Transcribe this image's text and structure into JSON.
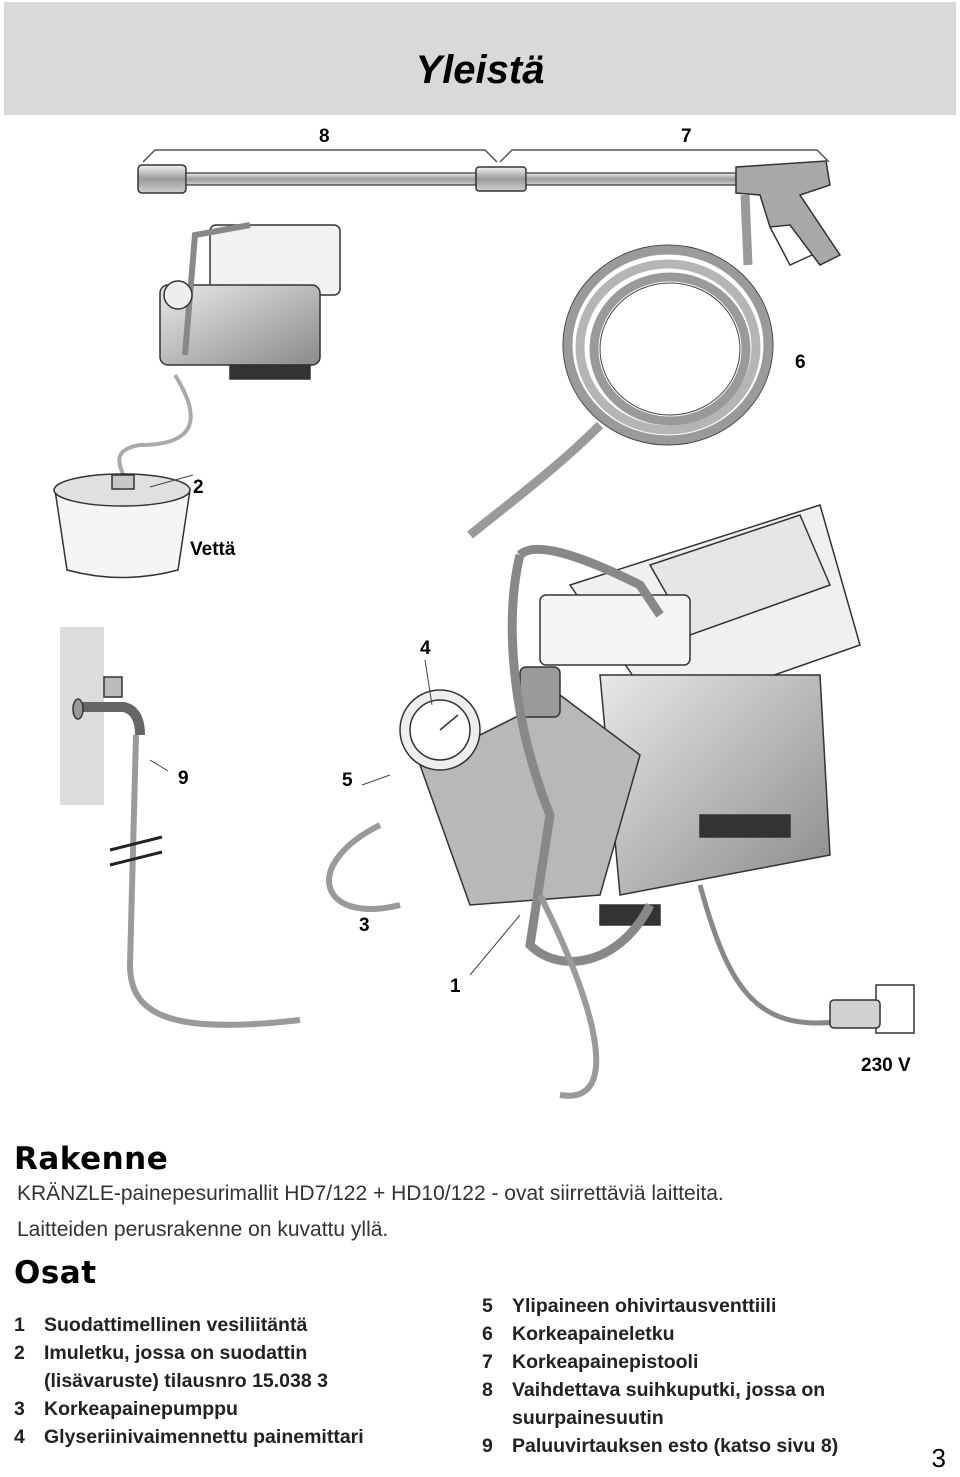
{
  "header": {
    "title": "Yleistä"
  },
  "figure": {
    "callouts": {
      "c8": "8",
      "c7": "7",
      "c6": "6",
      "c2": "2",
      "vetta": "Vettä",
      "c4": "4",
      "c9": "9",
      "c5": "5",
      "c3": "3",
      "c1": "1",
      "voltage": "230 V"
    }
  },
  "rakenne": {
    "heading": "Rakenne",
    "line1": "KRÄNZLE-painepesurimallit HD7/122 + HD10/122 - ovat siirrettäviä laitteita.",
    "line2": "Laitteiden perusrakenne on kuvattu yllä."
  },
  "osat": {
    "heading": "Osat",
    "left": [
      {
        "num": "1",
        "text": "Suodattimellinen vesiliitäntä"
      },
      {
        "num": "2",
        "text": "Imuletku, jossa on suodattin (lisävaruste) tilausnro 15.038 3"
      },
      {
        "num": "3",
        "text": "Korkeapainepumppu"
      },
      {
        "num": "4",
        "text": "Glyseriinivaimennettu painemittari"
      }
    ],
    "right": [
      {
        "num": "5",
        "text": "Ylipaineen ohivirtausventtiili"
      },
      {
        "num": "6",
        "text": "Korkeapaineletku"
      },
      {
        "num": "7",
        "text": "Korkeapainepistooli"
      },
      {
        "num": "8",
        "text": "Vaihdettava suihkuputki, jossa on suurpainesuutin"
      },
      {
        "num": "9",
        "text": "Paluuvirtauksen esto (katso sivu 8)"
      }
    ]
  },
  "page": {
    "number": "3"
  }
}
